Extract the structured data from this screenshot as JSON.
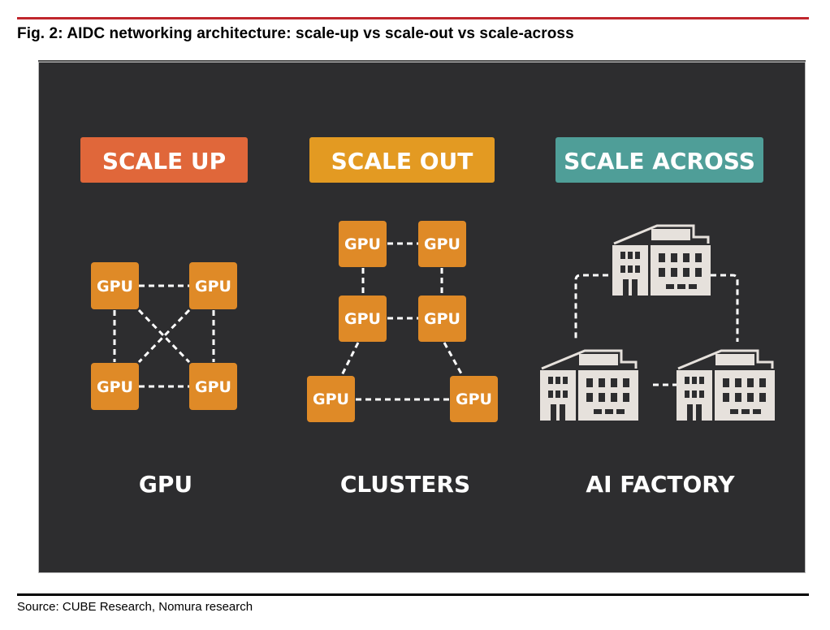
{
  "figure": {
    "title": "Fig. 2:  AIDC networking architecture: scale-up vs scale-out vs scale-across",
    "source": "Source: CUBE Research, Nomura research"
  },
  "colors": {
    "panel_bg": "#2d2d2f",
    "scale_up": "#e0673a",
    "scale_out": "#e39a22",
    "scale_across": "#4f9e98",
    "gpu_box": "#df8a27",
    "building": "#e6e1dc",
    "title_rule": "#c0262d"
  },
  "columns": [
    {
      "header": "SCALE UP",
      "footer": "GPU",
      "node_label": "GPU",
      "topology": "fully-connected 4 GPUs"
    },
    {
      "header": "SCALE OUT",
      "footer": "CLUSTERS",
      "node_label": "GPU",
      "topology": "6 GPUs ladder with wide base"
    },
    {
      "header": "SCALE ACROSS",
      "footer": "AI FACTORY",
      "node_label": "building",
      "topology": "3 data-center buildings linked"
    }
  ]
}
